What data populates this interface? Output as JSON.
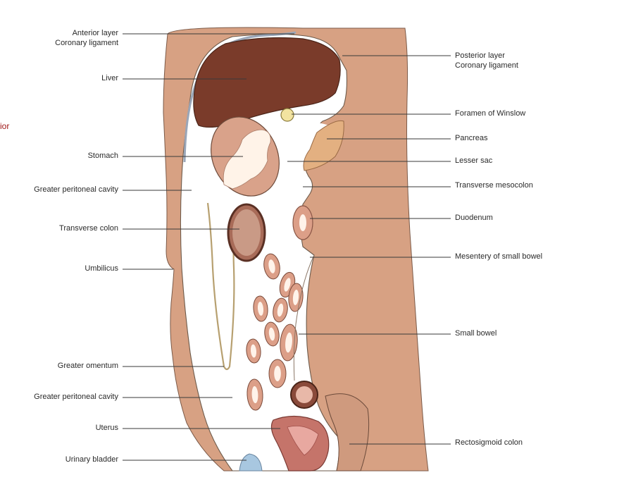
{
  "fragment": "ior",
  "left_labels": [
    {
      "id": "anterior-coronary",
      "lines": [
        "Anterior layer",
        "Coronary ligament"
      ]
    },
    {
      "id": "liver",
      "lines": [
        "Liver"
      ]
    },
    {
      "id": "stomach",
      "lines": [
        "Stomach"
      ]
    },
    {
      "id": "greater-cavity-upper",
      "lines": [
        "Greater peritoneal cavity"
      ]
    },
    {
      "id": "transverse-colon",
      "lines": [
        "Transverse colon"
      ]
    },
    {
      "id": "umbilicus",
      "lines": [
        "Umbilicus"
      ]
    },
    {
      "id": "greater-omentum",
      "lines": [
        "Greater omentum"
      ]
    },
    {
      "id": "greater-cavity-lower",
      "lines": [
        "Greater peritoneal cavity"
      ]
    },
    {
      "id": "uterus",
      "lines": [
        "Uterus"
      ]
    },
    {
      "id": "urinary-bladder",
      "lines": [
        "Urinary bladder"
      ]
    }
  ],
  "right_labels": [
    {
      "id": "posterior-coronary",
      "lines": [
        "Posterior layer",
        "Coronary ligament"
      ]
    },
    {
      "id": "foramen-winslow",
      "lines": [
        "Foramen of Winslow"
      ]
    },
    {
      "id": "pancreas",
      "lines": [
        "Pancreas"
      ]
    },
    {
      "id": "lesser-sac",
      "lines": [
        "Lesser sac"
      ]
    },
    {
      "id": "transverse-mesocolon",
      "lines": [
        "Transverse mesocolon"
      ]
    },
    {
      "id": "duodenum",
      "lines": [
        "Duodenum"
      ]
    },
    {
      "id": "mesentery-small-bowel",
      "lines": [
        "Mesentery of small bowel"
      ]
    },
    {
      "id": "small-bowel",
      "lines": [
        "Small bowel"
      ]
    },
    {
      "id": "rectosigmoid-colon",
      "lines": [
        "Rectosigmoid colon"
      ]
    }
  ],
  "colors": {
    "body": "#d7a183",
    "cavity": "#ffffff",
    "liver": "#7a3b2a",
    "stomach": "#d9a28a",
    "colon": "#a86b58",
    "bowel": "#dc9f88",
    "uterus": "#c5746a",
    "bladder": "#a8c7e0",
    "foramen": "#f2e3a0",
    "pancreas": "#e3b081",
    "leader": "#3a3a3a"
  }
}
